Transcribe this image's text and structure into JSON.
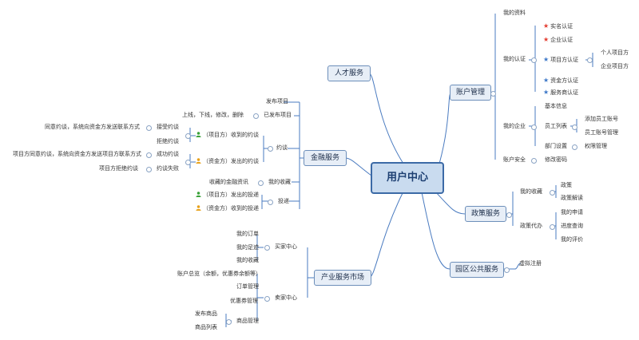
{
  "center": "用户中心",
  "left": {
    "talent": "人才服务",
    "finance": "金融服务",
    "finance_children": {
      "publish": "发布项目",
      "published": "已发布项目",
      "published_ops": "上线，下线，修改，删除",
      "talk": "约谈",
      "received": "（项目方）收到的约谈",
      "accept": "接受约谈",
      "accept_note": "同意约谈，系统向资金方发送联系方式",
      "reject": "拒绝约谈",
      "sent": "（资金方）发出的约谈",
      "success": "成功约谈",
      "success_note": "项目方同意约谈，系统向资金方发送项目方联系方式",
      "fail": "约谈失败",
      "fail_note": "项目方拒绝约谈",
      "favorites": "我的收藏",
      "favorites_note": "收藏的金融资讯",
      "invest": "投递",
      "invest_sent": "（项目方）发出的投递",
      "invest_received": "（资金方）收到的投递"
    },
    "market": "产业服务市场",
    "market_children": {
      "buyer": "买家中心",
      "orders": "我的订单",
      "footprint": "我的足迹",
      "collect": "我的收藏",
      "seller": "卖家中心",
      "account_note": "账户总览（余额，优惠券余额等）",
      "order_mgmt": "订单管理",
      "coupon_mgmt": "优惠券管理",
      "product_mgmt": "商品管理",
      "publish_product": "发布商品",
      "product_list": "商品列表"
    }
  },
  "right": {
    "account": "账户管理",
    "account_children": {
      "profile": "我的资料",
      "cert": "我的认证",
      "realname": "实名认证",
      "company_cert": "企业认证",
      "project_cert": "项目方认证",
      "personal_project": "个人项目方",
      "company_project": "企业项目方",
      "fund_cert": "资金方认证",
      "service_cert": "服务商认证",
      "enterprise": "我的企业",
      "basic_info": "基本信息",
      "staff_list": "员工列表",
      "add_staff": "添加员工账号",
      "staff_mgmt": "员工账号管理",
      "dept": "部门设置",
      "perm": "权限管理",
      "security": "账户安全",
      "change_pwd": "修改密码"
    },
    "policy": "政策服务",
    "policy_children": {
      "fav": "我的收藏",
      "policy_item": "政策",
      "interpret": "政策解读",
      "agent": "政策代办",
      "apply": "我的申请",
      "progress": "进度查询",
      "review": "我的评价"
    },
    "park": "园区公共服务",
    "park_children": {
      "virtual": "虚拟注册"
    }
  },
  "colors": {
    "line": "#4a7bc0",
    "star_red": "#e33b2f",
    "star_blue": "#3d78c8",
    "person_green": "#3aa23a",
    "person_orange": "#e8a21c"
  }
}
